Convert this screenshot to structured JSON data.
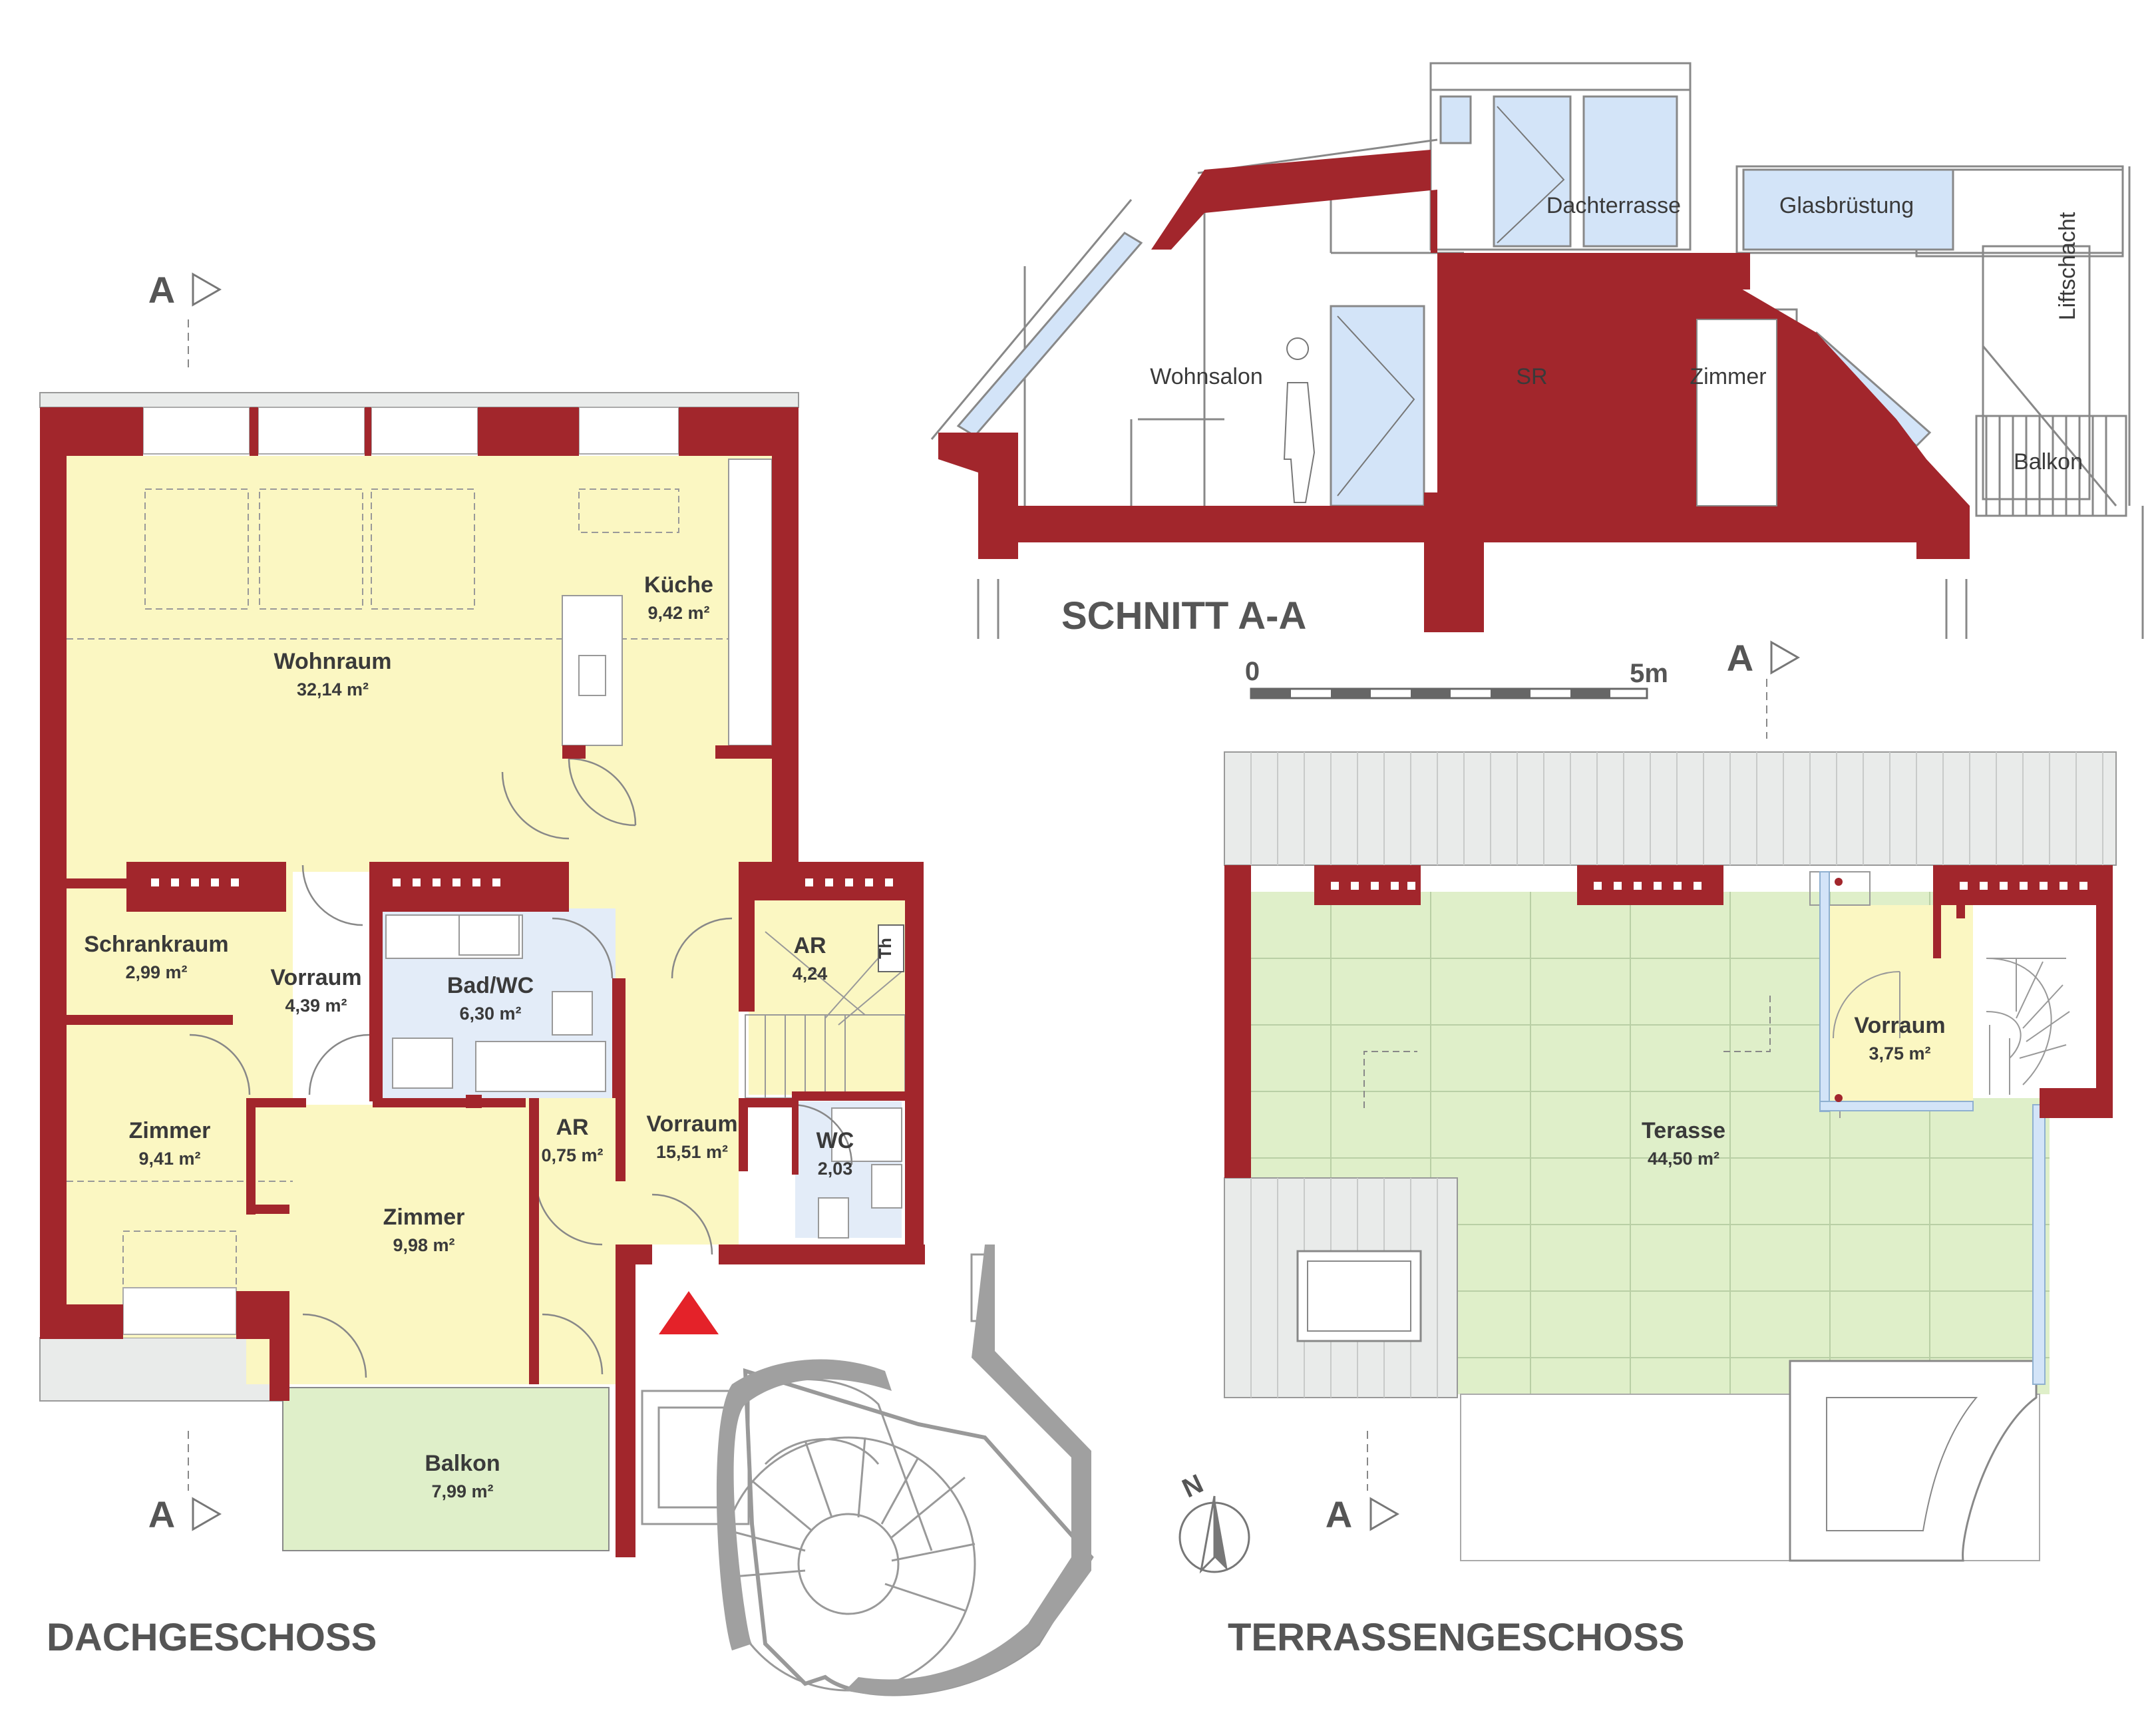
{
  "colors": {
    "wall": "#a2262c",
    "floor_yellow": "#fbf7c2",
    "floor_blue": "#e3ecf8",
    "terrace_green": "#dfefc9",
    "roof_gray": "#e9ebea",
    "glass_blue": "#d3e4f8",
    "north_marker": "#e42229"
  },
  "icons": [
    "section-arrow-icon",
    "north-arrow-icon",
    "entry-triangle-icon"
  ],
  "dachgeschoss": {
    "title": "DACHGESCHOSS",
    "rooms": [
      {
        "name": "Küche",
        "area": "9,42 m²"
      },
      {
        "name": "Wohnraum",
        "area": "32,14 m²"
      },
      {
        "name": "Schrankraum",
        "area": "2,99 m²"
      },
      {
        "name": "Vorraum",
        "area": "4,39 m²"
      },
      {
        "name": "Bad/WC",
        "area": "6,30 m²"
      },
      {
        "name": "AR",
        "area": "4,24"
      },
      {
        "name": "Zimmer",
        "area": "9,41 m²"
      },
      {
        "name": "Zimmer",
        "area": "9,98 m²"
      },
      {
        "name": "AR",
        "area": "0,75 m²"
      },
      {
        "name": "Vorraum",
        "area": "15,51 m²"
      },
      {
        "name": "WC",
        "area": "2,03"
      },
      {
        "name": "Balkon",
        "area": "7,99 m²"
      }
    ],
    "stair_tag": "Th"
  },
  "terrassengeschoss": {
    "title": "TERRASSENGESCHOSS",
    "rooms": [
      {
        "name": "Vorraum",
        "area": "3,75 m²"
      },
      {
        "name": "Terasse",
        "area": "44,50 m²"
      }
    ]
  },
  "schnitt": {
    "title": "SCHNITT A-A",
    "labels": [
      "Dachterrasse",
      "Glasbrüstung",
      "Liftschacht",
      "Wohnsalon",
      "SR",
      "Zimmer",
      "Balkon"
    ]
  },
  "scale": {
    "start": "0",
    "end": "5m"
  },
  "section_marker": "A",
  "north_marker": "N"
}
